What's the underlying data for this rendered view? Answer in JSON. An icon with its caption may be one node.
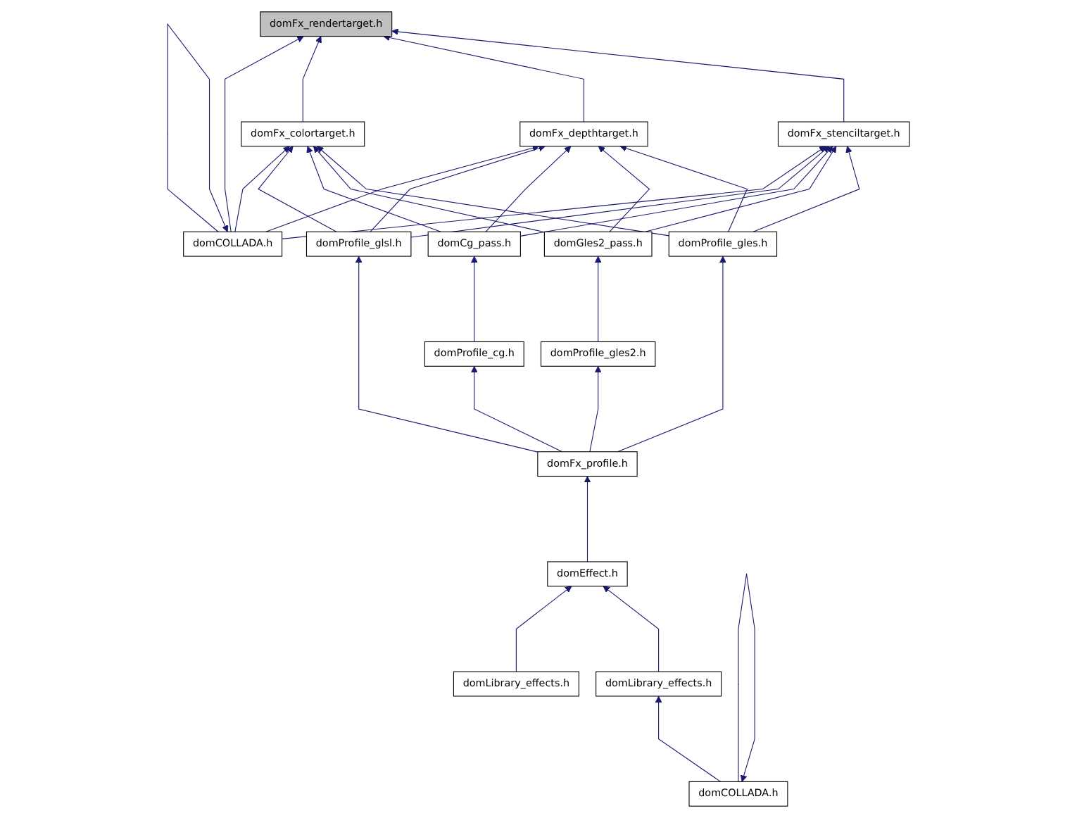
{
  "diagram": {
    "nodes": [
      {
        "text": [
          "domFx_rendertarget.h"
        ]
      },
      {
        "text": [
          "domFx_colortarget.h"
        ]
      },
      {
        "text": [
          "domFx_depthtarget.h"
        ]
      },
      {
        "text": [
          "domFx_stenciltarget.h"
        ]
      },
      {
        "text": [
          "domCOLLADA.h"
        ]
      },
      {
        "text": [
          "domProfile_glsl.h"
        ]
      },
      {
        "text": [
          "domCg_pass.h"
        ]
      },
      {
        "text": [
          "domGles2_pass.h"
        ]
      },
      {
        "text": [
          "domProfile_gles.h"
        ]
      },
      {
        "text": [
          "domProfile_cg.h"
        ]
      },
      {
        "text": [
          "domProfile_gles2.h"
        ]
      },
      {
        "text": [
          "domFx_profile.h"
        ]
      },
      {
        "text": [
          "domEffect.h"
        ]
      },
      {
        "text": [
          "domLibrary_effects.h"
        ]
      },
      {
        "text": [
          "domLibrary_effects.h"
        ]
      },
      {
        "text": [
          "domCOLLADA.h"
        ]
      }
    ],
    "edges": [
      {
        "from": 4,
        "to": 0,
        "arrow": "to"
      },
      {
        "from": 1,
        "to": 0,
        "arrow": "to"
      },
      {
        "from": 2,
        "to": 0,
        "arrow": "to"
      },
      {
        "from": 3,
        "to": 0,
        "arrow": "to"
      },
      {
        "from": 4,
        "to": 1,
        "arrow": "to"
      },
      {
        "from": 5,
        "to": 1,
        "arrow": "to"
      },
      {
        "from": 6,
        "to": 1,
        "arrow": "to"
      },
      {
        "from": 7,
        "to": 1,
        "arrow": "to"
      },
      {
        "from": 8,
        "to": 1,
        "arrow": "to"
      },
      {
        "from": 4,
        "to": 2,
        "arrow": "to"
      },
      {
        "from": 5,
        "to": 2,
        "arrow": "to"
      },
      {
        "from": 6,
        "to": 2,
        "arrow": "to"
      },
      {
        "from": 7,
        "to": 2,
        "arrow": "to"
      },
      {
        "from": 8,
        "to": 2,
        "arrow": "to"
      },
      {
        "from": 4,
        "to": 3,
        "arrow": "to"
      },
      {
        "from": 5,
        "to": 3,
        "arrow": "to"
      },
      {
        "from": 6,
        "to": 3,
        "arrow": "to"
      },
      {
        "from": 7,
        "to": 3,
        "arrow": "to"
      },
      {
        "from": 8,
        "to": 3,
        "arrow": "to"
      },
      {
        "from": 4,
        "to": 4,
        "arrow": "to"
      },
      {
        "from": 11,
        "to": 5,
        "arrow": "to"
      },
      {
        "from": 9,
        "to": 6,
        "arrow": "to"
      },
      {
        "from": 10,
        "to": 7,
        "arrow": "to"
      },
      {
        "from": 11,
        "to": 8,
        "arrow": "to"
      },
      {
        "from": 11,
        "to": 9,
        "arrow": "to"
      },
      {
        "from": 11,
        "to": 10,
        "arrow": "to"
      },
      {
        "from": 12,
        "to": 11,
        "arrow": "to"
      },
      {
        "from": 13,
        "to": 12,
        "arrow": "to"
      },
      {
        "from": 14,
        "to": 12,
        "arrow": "to"
      },
      {
        "from": 15,
        "to": 14,
        "arrow": "to"
      },
      {
        "from": 15,
        "to": 15,
        "arrow": "to"
      }
    ]
  }
}
